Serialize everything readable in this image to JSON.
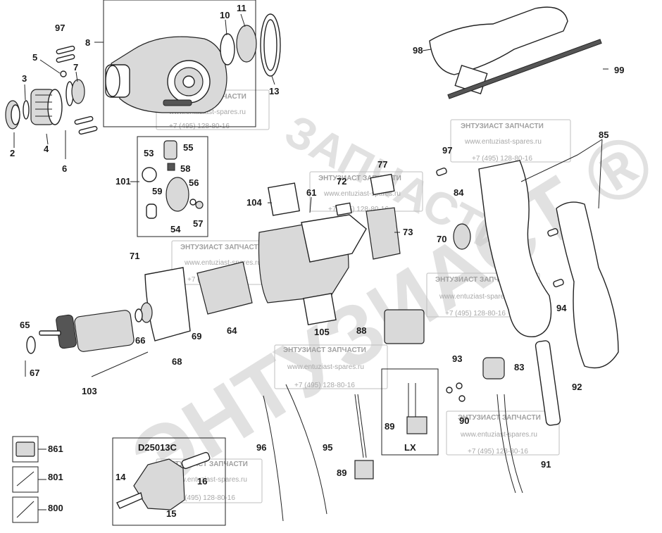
{
  "diagram_title": "D25013C",
  "variant_label": "LX",
  "watermark": {
    "brand": "ЭНТУЗИАСТ ®",
    "arc_text": "ЗАПЧАСТИ",
    "box_title": "ЭНТУЗИАСТ ЗАПЧАСТИ",
    "box_url": "www.entuziast-spares.ru",
    "box_phone": "+7 (495) 128-80-16"
  },
  "part_numbers": [
    "2",
    "3",
    "4",
    "5",
    "6",
    "7",
    "8",
    "10",
    "11",
    "13",
    "14",
    "15",
    "16",
    "53",
    "54",
    "55",
    "56",
    "57",
    "58",
    "59",
    "61",
    "64",
    "65",
    "66",
    "67",
    "68",
    "69",
    "70",
    "71",
    "72",
    "73",
    "77",
    "83",
    "84",
    "85",
    "88",
    "89",
    "89",
    "90",
    "91",
    "92",
    "93",
    "94",
    "95",
    "96",
    "97",
    "97",
    "98",
    "99",
    "101",
    "103",
    "104",
    "105",
    "800",
    "801",
    "861"
  ]
}
